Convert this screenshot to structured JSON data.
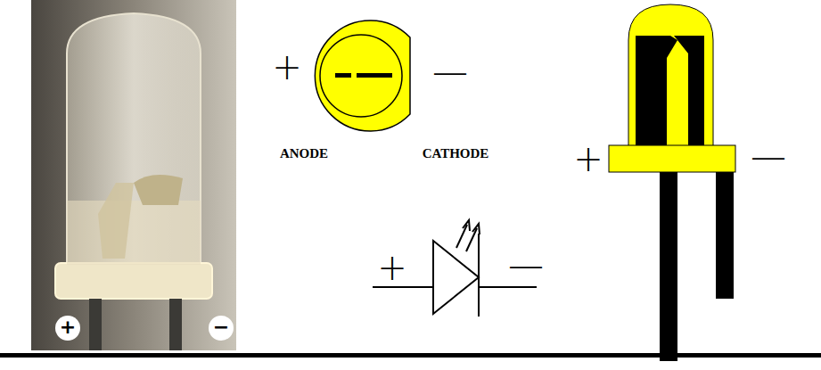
{
  "diagram": {
    "labels": [
      "+",
      "−",
      "+",
      "—",
      "ANODE",
      "CATHODE",
      "+",
      "—",
      "+",
      "—"
    ]
  }
}
